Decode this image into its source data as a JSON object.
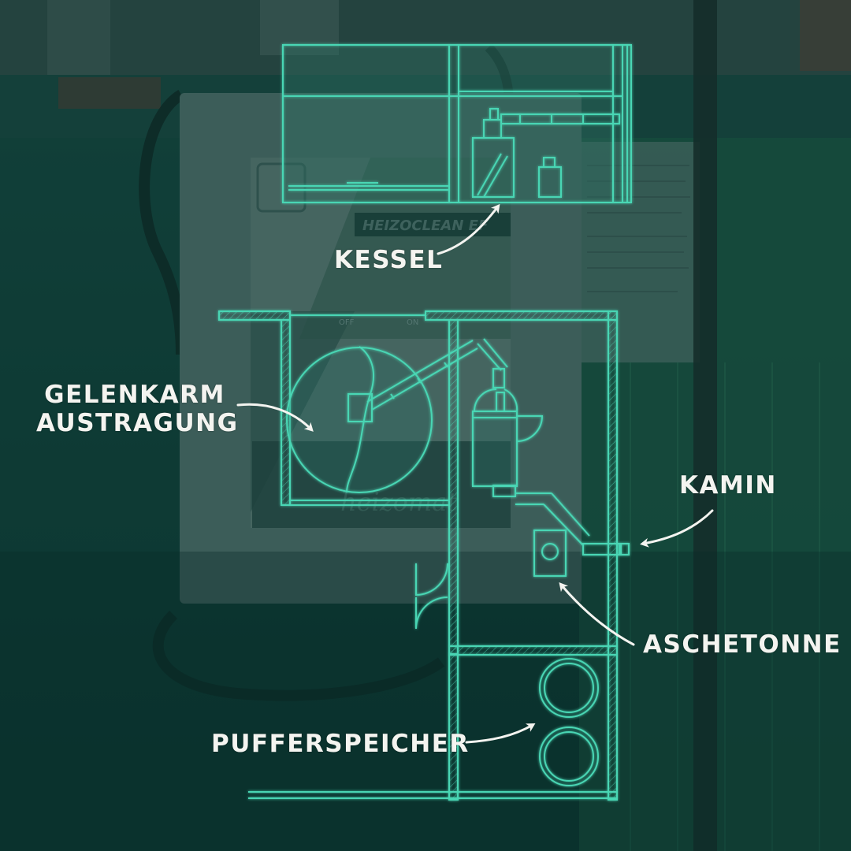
{
  "photo": {
    "unit_brand": "HEIZOCLEAN EF",
    "logo_text": "heizomat",
    "switch_off": "OFF",
    "switch_on": "ON"
  },
  "labels": {
    "kessel": "KESSEL",
    "gelenkarm_line1": "GELENKARM",
    "gelenkarm_line2": "AUSTRAGUNG",
    "kamin": "KAMIN",
    "aschetonne": "ASCHETONNE",
    "pufferspeicher": "PUFFERSPEICHER"
  },
  "colors": {
    "blueprint": "#49d6b4",
    "glow": "#7ff0d2",
    "overlay": "#0d3b36",
    "label_text": "#f4f4f0"
  }
}
